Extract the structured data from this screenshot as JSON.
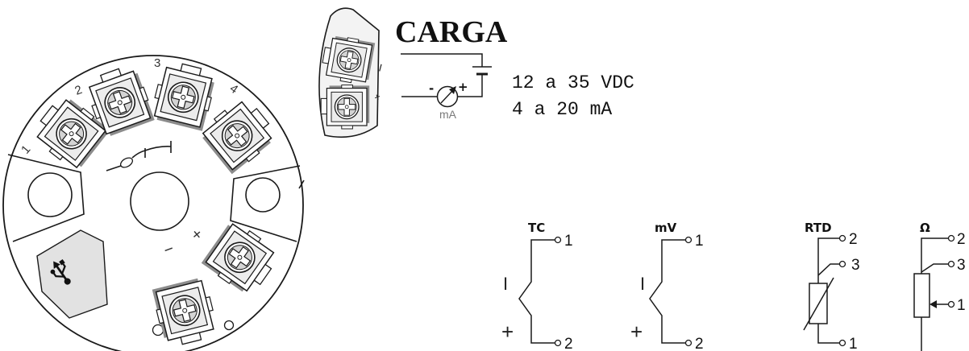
{
  "diagram": {
    "load": {
      "title": "CARGA",
      "supply_voltage": "12 a 35 VDC",
      "current_range": "4 a 20 mA",
      "meter": {
        "unit": "mA",
        "minus_sign": "-",
        "plus_sign": "+"
      },
      "terminal_minus": "I",
      "terminal_plus": "+"
    },
    "head": {
      "terminals": [
        "1",
        "2",
        "3",
        "4"
      ],
      "output_minus": "−",
      "output_plus": "+"
    },
    "sensors": {
      "tc": {
        "label": "TC",
        "minus": "I",
        "plus": "+",
        "terminal_top": "1",
        "terminal_bottom": "2"
      },
      "mv": {
        "label": "mV",
        "minus": "I",
        "plus": "+",
        "terminal_top": "1",
        "terminal_bottom": "2"
      },
      "rtd": {
        "label": "RTD",
        "terminal_top": "2",
        "terminal_mid": "3",
        "terminal_bottom": "1"
      },
      "ohm": {
        "label": "Ω",
        "terminal_top": "2",
        "terminal_mid": "3",
        "terminal_wiper": "1"
      }
    }
  },
  "icons": {
    "usb": "usb-icon",
    "screw_terminal": "screw-terminal-icon",
    "probe_sketch": "sensor-probe-icon"
  },
  "colors": {
    "line": "#1a1a1a",
    "housing": "#f3f3f3",
    "usb_zone": "#e2e2e2",
    "meter_label": "#7a7a7a"
  }
}
